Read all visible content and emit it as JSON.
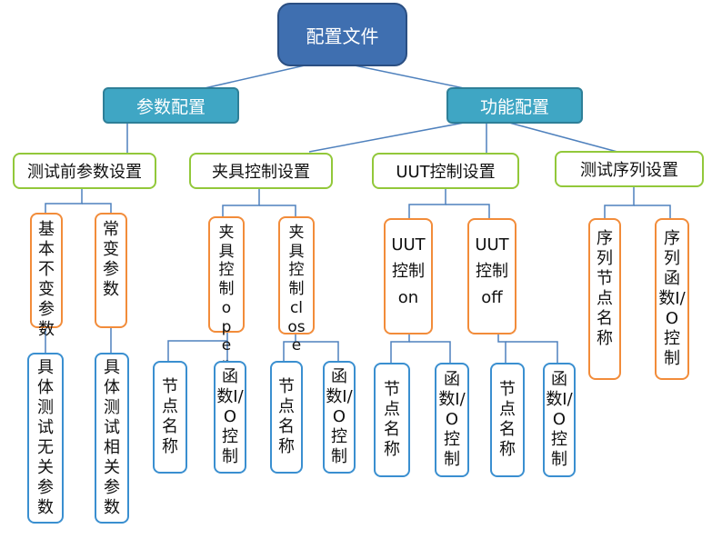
{
  "root": "配置文件",
  "l1": {
    "params": "参数配置",
    "function": "功能配置"
  },
  "l2": {
    "pretest": "测试前参数设置",
    "fixture": "夹具控制设置",
    "uut": "UUT控制设置",
    "sequence": "测试序列设置"
  },
  "l3": {
    "basic_fixed": "基本不变参数",
    "variable": "常变参数",
    "fixture_open": "夹具控制open",
    "fixture_close": "夹具控制close",
    "uut_on": "UUT控制on",
    "uut_off": "UUT控制off",
    "seq_node_name": "序列节点名称",
    "seq_func_io": "序列函数I/O控制"
  },
  "l4": {
    "test_unrelated": "具体测试无关参数",
    "test_related": "具体测试相关参数",
    "open_node_name": "节点名称",
    "open_func_io": "函数I/O控制",
    "close_node_name": "节点名称",
    "close_func_io": "函数I/O控制",
    "on_node_name": "节点名称",
    "on_func_io": "函数I/O控制",
    "off_node_name": "节点名称",
    "off_func_io": "函数I/O控制"
  },
  "colors": {
    "root_fill": "#3f6fb0",
    "l1_fill": "#3fa6c4",
    "l2_border": "#92c83a",
    "l3_border": "#f28c3a",
    "l4_border": "#3a8fd0",
    "connector": "#4f81bd"
  }
}
